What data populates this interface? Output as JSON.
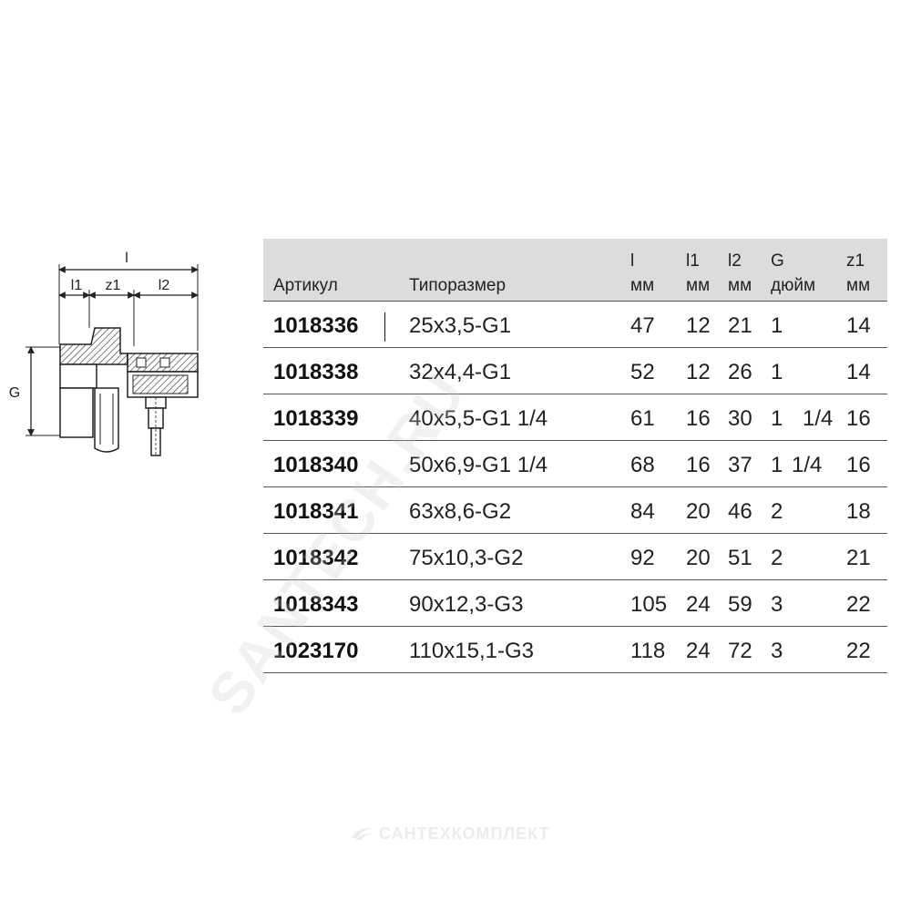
{
  "drawing": {
    "dim_labels": {
      "l": "l",
      "l1": "l1",
      "z1": "z1",
      "l2": "l2",
      "g": "G"
    }
  },
  "table": {
    "headers": {
      "article": "Артикул",
      "size": "Типоразмер",
      "l_top": "l",
      "l_unit": "мм",
      "l1_top": "l1",
      "l1_unit": "мм",
      "l2_top": "l2",
      "l2_unit": "мм",
      "g_top": "G",
      "g_unit": "дюйм",
      "z1_top": "z1",
      "z1_unit": "мм"
    },
    "rows": [
      {
        "article": "1018336",
        "size": "25x3,5-G1",
        "l": "47",
        "l1": "12",
        "l2": "21",
        "g": "1",
        "g2": "",
        "z1": "14"
      },
      {
        "article": "1018338",
        "size": "32x4,4-G1",
        "l": "52",
        "l1": "12",
        "l2": "26",
        "g": "1",
        "g2": "",
        "z1": "14"
      },
      {
        "article": "1018339",
        "size": "40x5,5-G1 1/4",
        "l": "61",
        "l1": "16",
        "l2": "30",
        "g": "1",
        "g2": "1/4",
        "z1": "16"
      },
      {
        "article": "1018340",
        "size": "50x6,9-G1 1/4",
        "l": "68",
        "l1": "16",
        "l2": "37",
        "g": "1",
        "g2": "1/4",
        "z1": "16"
      },
      {
        "article": "1018341",
        "size": "63x8,6-G2",
        "l": "84",
        "l1": "20",
        "l2": "46",
        "g": "2",
        "g2": "",
        "z1": "18"
      },
      {
        "article": "1018342",
        "size": "75x10,3-G2",
        "l": "92",
        "l1": "20",
        "l2": "51",
        "g": "2",
        "g2": "",
        "z1": "21"
      },
      {
        "article": "1018343",
        "size": "90x12,3-G3",
        "l": "105",
        "l1": "24",
        "l2": "59",
        "g": "3",
        "g2": "",
        "z1": "22"
      },
      {
        "article": "1023170",
        "size": "110x15,1-G3",
        "l": "118",
        "l1": "24",
        "l2": "72",
        "g": "3",
        "g2": "",
        "z1": "22"
      }
    ]
  },
  "watermark": {
    "diagonal": "SANTECH.RU",
    "bottom": "САНТЕХКОМПЛЕКТ"
  }
}
